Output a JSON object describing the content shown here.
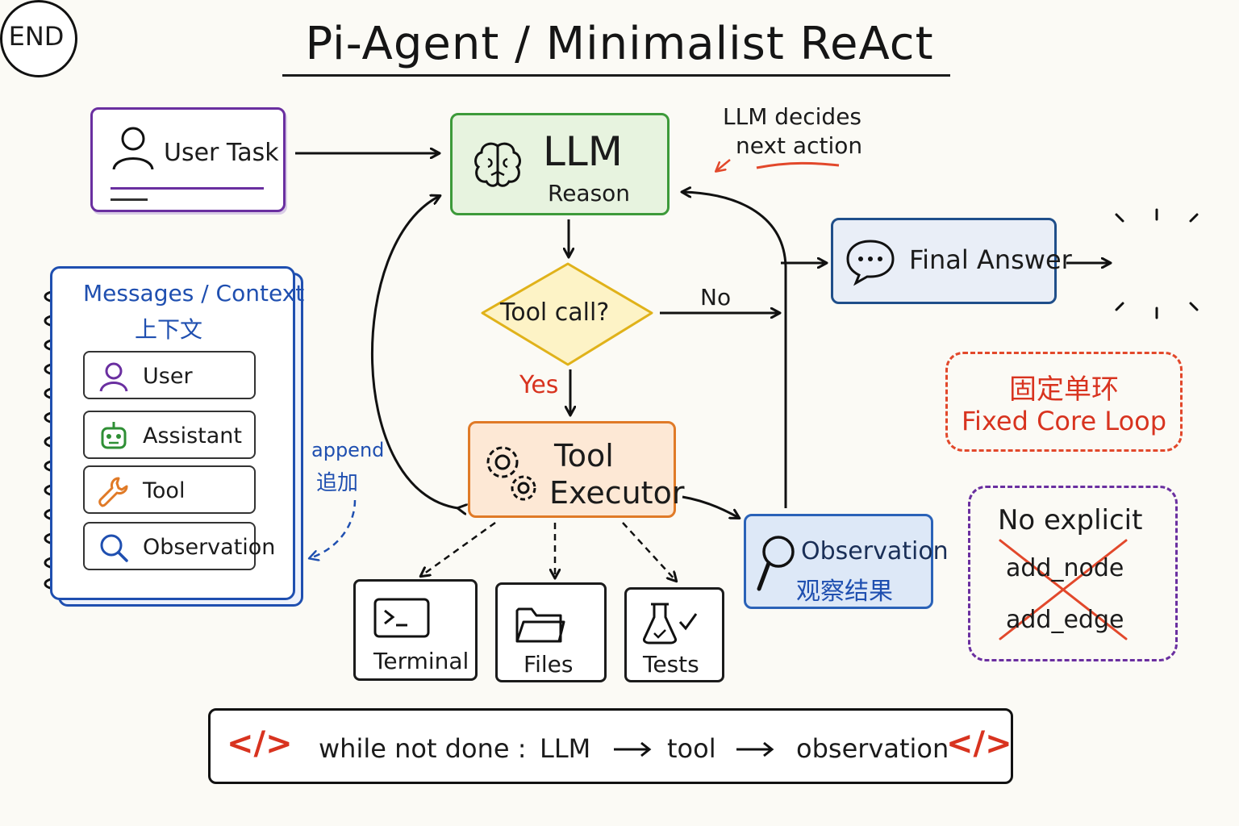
{
  "title": "Pi-Agent / Minimalist ReAct",
  "nodes": {
    "user_task": "User Task",
    "llm": {
      "title": "LLM",
      "subtitle": "Reason"
    },
    "llm_note": {
      "line1": "LLM decides",
      "line2": "next action"
    },
    "decision": "Tool call?",
    "yes_label": "Yes",
    "no_label": "No",
    "executor": {
      "line1": "Tool",
      "line2": "Executor"
    },
    "final_answer": "Final Answer",
    "end": "END",
    "observation": {
      "line1": "Observation",
      "line2": "观察结果"
    },
    "tools": {
      "terminal": "Terminal",
      "files": "Files",
      "tests": "Tests"
    }
  },
  "context": {
    "heading": "Messages / Context",
    "heading_cn": "上下文",
    "messages": [
      "User",
      "Assistant",
      "Tool",
      "Observation"
    ],
    "append": {
      "en": "append",
      "cn": "追加"
    }
  },
  "core_loop": {
    "cn": "固定单环",
    "en": "Fixed Core Loop"
  },
  "no_explicit": {
    "line1": "No explicit",
    "line2": "add_node",
    "line3": "add_edge"
  },
  "loop_bar": {
    "code_icon": "</>",
    "while": "while not done :",
    "llm": "LLM",
    "tool": "tool",
    "observation": "observation"
  },
  "colors": {
    "user_task": "#6a2fa0",
    "llm": "#3d9a3a",
    "decision": "#e0b21a",
    "executor": "#e07a27",
    "final_answer": "#1f4e8a",
    "observation": "#2a62b8",
    "core_loop": "#e2482b",
    "accent_red": "#d8331f"
  },
  "icons": [
    "user-icon",
    "brain-icon",
    "gears-icon",
    "chat-bubble-icon",
    "magnifier-icon",
    "terminal-icon",
    "folder-icon",
    "flask-check-icon",
    "robot-icon",
    "wrench-icon",
    "search-icon",
    "code-icon"
  ]
}
